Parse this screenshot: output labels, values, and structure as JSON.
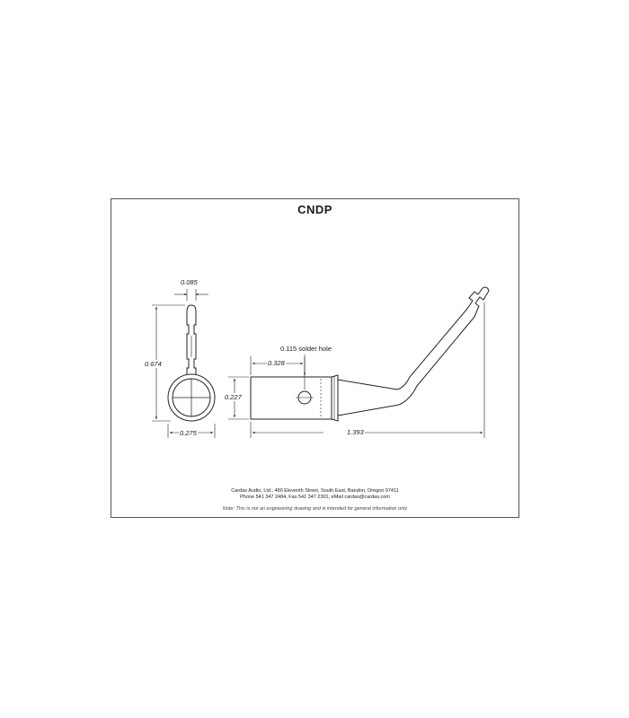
{
  "drawing": {
    "title": "CNDP",
    "dimensions": {
      "slot_width": "0.085",
      "overall_height": "0.674",
      "ring_diameter": "0.275",
      "solder_hole": "0.115 solder hole",
      "barrel_length": "0.328",
      "barrel_diameter": "0.227",
      "overall_length": "1.393"
    },
    "footer": {
      "address": "Cardas Audio, Ltd., 480 Eleventh Street, South East, Bandon, Oregon 97411",
      "contact": "Phone 541 347 2484, Fax 541 347 2301, eMail cardas@cardas.com",
      "note": "Note: This is not an engineering drawing and is intended for general information only"
    }
  }
}
